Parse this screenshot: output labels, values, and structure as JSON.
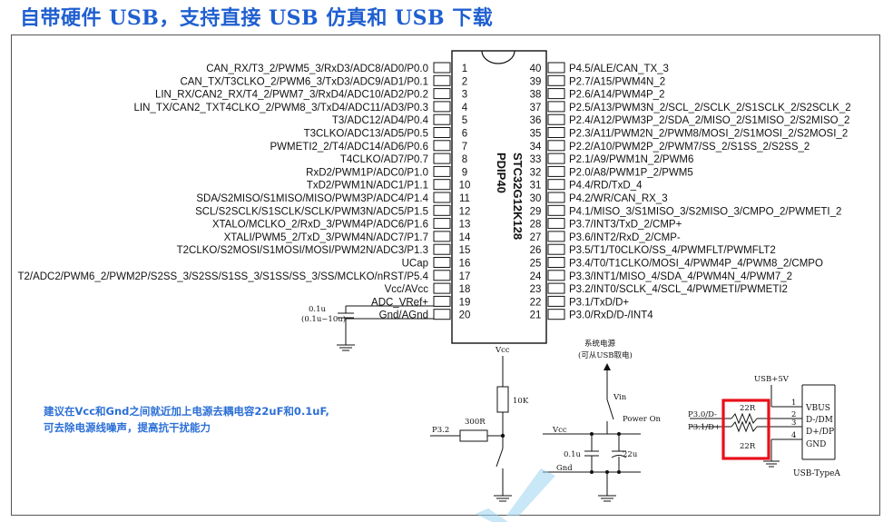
{
  "title": "自带硬件 USB，支持直接 USB 仿真和 USB 下载",
  "chip": {
    "name": "STC32G12K128",
    "package": "PDIP40"
  },
  "left_pins": [
    {
      "num": "1",
      "label": "CAN_RX/T3_2/PWM5_3/RxD3/ADC8/AD0/P0.0"
    },
    {
      "num": "2",
      "label": "CAN_TX/T3CLKO_2/PWM6_3/TxD3/ADC9/AD1/P0.1"
    },
    {
      "num": "3",
      "label": "LIN_RX/CAN2_RX/T4_2/PWM7_3/RxD4/ADC10/AD2/P0.2"
    },
    {
      "num": "4",
      "label": "LIN_TX/CAN2_TXT4CLKO_2/PWM8_3/TxD4/ADC11/AD3/P0.3"
    },
    {
      "num": "5",
      "label": "T3/ADC12/AD4/P0.4"
    },
    {
      "num": "6",
      "label": "T3CLKO/ADC13/AD5/P0.5"
    },
    {
      "num": "7",
      "label": "PWMETI2_2/T4/ADC14/AD6/P0.6"
    },
    {
      "num": "8",
      "label": "T4CLKO/AD7/P0.7"
    },
    {
      "num": "9",
      "label": "RxD2/PWM1P/ADC0/P1.0"
    },
    {
      "num": "10",
      "label": "TxD2/PWM1N/ADC1/P1.1"
    },
    {
      "num": "11",
      "label": "SDA/S2MISO/S1MISO/MISO/PWM3P/ADC4/P1.4"
    },
    {
      "num": "12",
      "label": "SCL/S2SCLK/S1SCLK/SCLK/PWM3N/ADC5/P1.5"
    },
    {
      "num": "13",
      "label": "XTALO/MCLKO_2/RxD_3/PWM4P/ADC6/P1.6"
    },
    {
      "num": "14",
      "label": "XTALI/PWM5_2/TxD_3/PWM4N/ADC7/P1.7"
    },
    {
      "num": "15",
      "label": "T2CLKO/S2MOSI/S1MOSI/MOSI/PWM2N/ADC3/P1.3"
    },
    {
      "num": "16",
      "label": "UCap"
    },
    {
      "num": "17",
      "label": "T2/ADC2/PWM6_2/PWM2P/S2SS_3/S2SS/S1SS_3/S1SS/SS_3/SS/MCLKO/nRST/P5.4"
    },
    {
      "num": "18",
      "label": "Vcc/AVcc"
    },
    {
      "num": "19",
      "label": "ADC_VRef+"
    },
    {
      "num": "20",
      "label": "Gnd/AGnd"
    }
  ],
  "right_pins": [
    {
      "num": "40",
      "label": "P4.5/ALE/CAN_TX_3"
    },
    {
      "num": "39",
      "label": "P2.7/A15/PWM4N_2"
    },
    {
      "num": "38",
      "label": "P2.6/A14/PWM4P_2"
    },
    {
      "num": "37",
      "label": "P2.5/A13/PWM3N_2/SCL_2/SCLK_2/S1SCLK_2/S2SCLK_2"
    },
    {
      "num": "36",
      "label": "P2.4/A12/PWM3P_2/SDA_2/MISO_2/S1MISO_2/S2MISO_2"
    },
    {
      "num": "35",
      "label": "P2.3/A11/PWM2N_2/PWM8/MOSI_2/S1MOSI_2/S2MOSI_2"
    },
    {
      "num": "34",
      "label": "P2.2/A10/PWM2P_2/PWM7/SS_2/S1SS_2/S2SS_2"
    },
    {
      "num": "33",
      "label": "P2.1/A9/PWM1N_2/PWM6"
    },
    {
      "num": "32",
      "label": "P2.0/A8/PWM1P_2/PWM5"
    },
    {
      "num": "31",
      "label": "P4.4/RD/TxD_4"
    },
    {
      "num": "30",
      "label": "P4.2/WR/CAN_RX_3"
    },
    {
      "num": "29",
      "label": "P4.1/MISO_3/S1MISO_3/S2MISO_3/CMPO_2/PWMETI_2"
    },
    {
      "num": "28",
      "label": "P3.7/INT3/TxD_2/CMP+"
    },
    {
      "num": "27",
      "label": "P3.6/INT2/RxD_2/CMP-"
    },
    {
      "num": "26",
      "label": "P3.5/T1/T0CLKO/SS_4/PWMFLT/PWMFLT2"
    },
    {
      "num": "25",
      "label": "P3.4/T0/T1CLKO/MOSI_4/PWM4P_4/PWM8_2/CMPO"
    },
    {
      "num": "24",
      "label": "P3.3/INT1/MISO_4/SDA_4/PWM4N_4/PWM7_2"
    },
    {
      "num": "23",
      "label": "P3.2/INT0/SCLK_4/SCL_4/PWMETI/PWMETI2"
    },
    {
      "num": "22",
      "label": "P3.1/TxD/D+"
    },
    {
      "num": "21",
      "label": "P3.0/RxD/D-/INT4"
    }
  ],
  "cap_left": {
    "value": "0.1u",
    "range": "(0.1u~10u)"
  },
  "reset": {
    "vcc": "Vcc",
    "r1": "10K",
    "r2": "300R",
    "pin": "P3.2"
  },
  "power": {
    "title": "系统电源",
    "subtitle": "(可从USB取电)",
    "vin": "Vin",
    "power_on": "Power On",
    "vcc": "Vcc",
    "gnd": "Gnd",
    "c1": "0.1u",
    "c2": "22u"
  },
  "note": [
    "建议在Vcc和Gnd之间就近加上电源去耦电容22uF和0.1uF,",
    "可去除电源线噪声，提高抗干扰能力"
  ],
  "usb": {
    "supply": "USB+5V",
    "r_top": "22R",
    "r_bottom": "22R",
    "dm_label": "P3.0/D-",
    "dp_label": "P3.1/D+",
    "pins": [
      "1",
      "2",
      "3",
      "4"
    ],
    "signals": [
      "VBUS",
      "D-/DM",
      "D+/DP",
      "GND"
    ],
    "name": "USB-TypeA"
  },
  "colors": {
    "title": "#1f5fd0",
    "note": "#2b6fd6",
    "highlight": "#e8101a"
  }
}
